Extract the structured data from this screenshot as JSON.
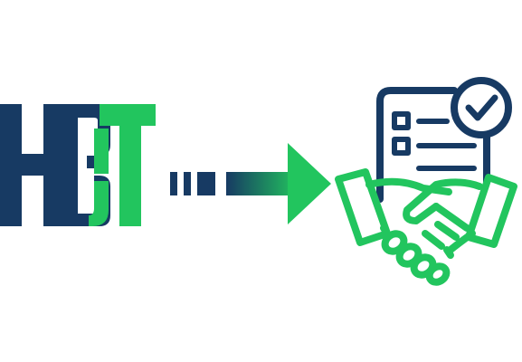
{
  "logo": {
    "text": "HEIT",
    "icon": "heit-logo"
  },
  "arrow": {
    "icon": "dashed-gradient-arrow-right"
  },
  "illustration": {
    "icon": "handshake-agreement-document-icon",
    "parts": [
      "checklist-document",
      "check-badge",
      "handshake"
    ]
  },
  "colors": {
    "navy": "#173a63",
    "green": "#22c55e",
    "background": "#ffffff"
  }
}
